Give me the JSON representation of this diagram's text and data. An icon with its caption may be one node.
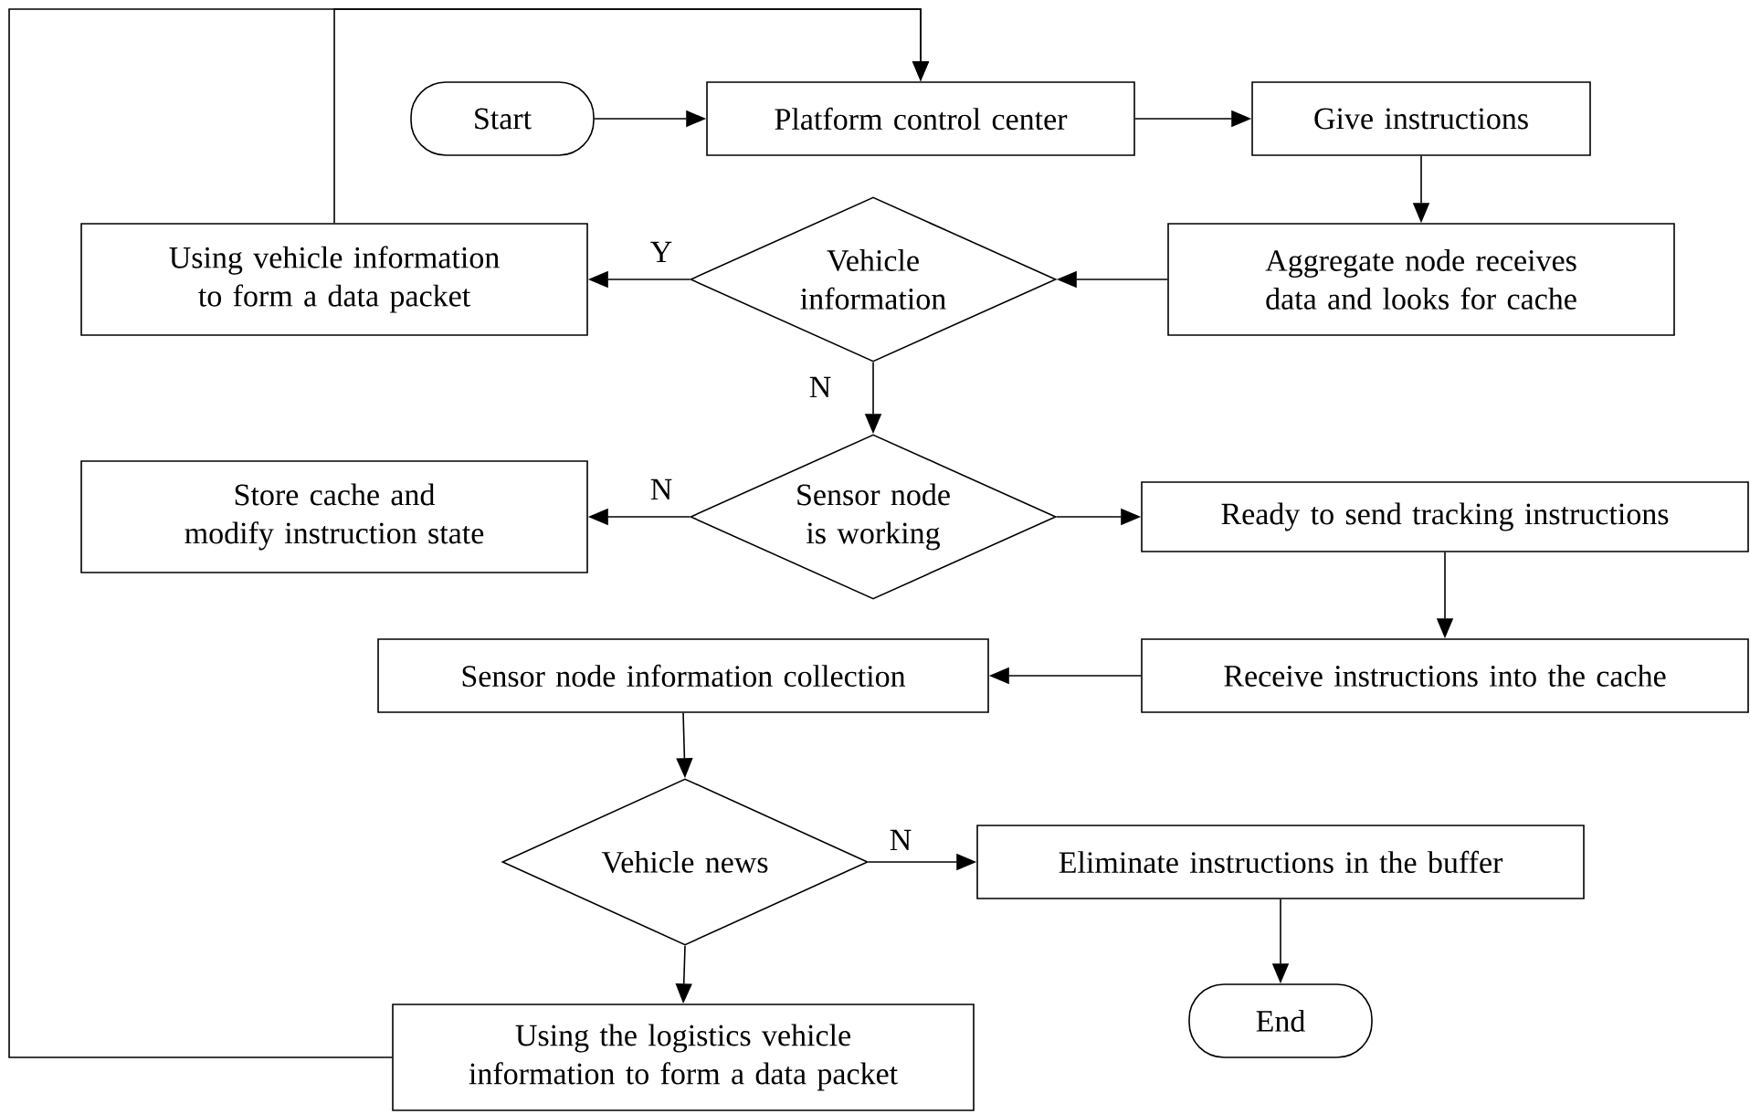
{
  "diagram": {
    "nodes": [
      {
        "text": [
          "Start"
        ]
      },
      {
        "text": [
          "Platform control center"
        ]
      },
      {
        "text": [
          "Give instructions"
        ]
      },
      {
        "text": [
          "Aggregate node receives data and looks for cache"
        ]
      },
      {
        "text": [
          "Vehicle information"
        ]
      },
      {
        "text": [
          "Using vehicle information to form a data packet"
        ]
      },
      {
        "text": [
          "Sensor node is working"
        ]
      },
      {
        "text": [
          "Store cache and modify instruction state"
        ]
      },
      {
        "text": [
          "Ready to send tracking instructions"
        ]
      },
      {
        "text": [
          "Receive instructions into the cache"
        ]
      },
      {
        "text": [
          "Sensor node information collection"
        ]
      },
      {
        "text": [
          "Vehicle news"
        ]
      },
      {
        "text": [
          "Eliminate instructions in the buffer"
        ]
      },
      {
        "text": [
          "End"
        ]
      },
      {
        "text": [
          "Using the logistics vehicle information to form a data packet"
        ]
      }
    ],
    "edges": [
      {
        "from": 0,
        "to": 1,
        "arrow": "to"
      },
      {
        "from": 1,
        "to": 2,
        "arrow": "to"
      },
      {
        "from": 2,
        "to": 3,
        "arrow": "to"
      },
      {
        "from": 3,
        "to": 4,
        "arrow": "to"
      },
      {
        "from": 4,
        "to": 5,
        "arrow": "to",
        "label": "Y"
      },
      {
        "from": 4,
        "to": 6,
        "arrow": "to",
        "label": "N"
      },
      {
        "from": 6,
        "to": 7,
        "arrow": "to",
        "label": "N"
      },
      {
        "from": 6,
        "to": 8,
        "arrow": "to"
      },
      {
        "from": 8,
        "to": 9,
        "arrow": "to"
      },
      {
        "from": 9,
        "to": 10,
        "arrow": "to"
      },
      {
        "from": 10,
        "to": 11,
        "arrow": "to"
      },
      {
        "from": 11,
        "to": 12,
        "arrow": "to",
        "label": "N"
      },
      {
        "from": 12,
        "to": 13,
        "arrow": "to"
      },
      {
        "from": 11,
        "to": 14,
        "arrow": "to"
      },
      {
        "from": 5,
        "to": 1,
        "arrow": "to"
      },
      {
        "from": 14,
        "to": 1,
        "arrow": "to"
      }
    ]
  }
}
